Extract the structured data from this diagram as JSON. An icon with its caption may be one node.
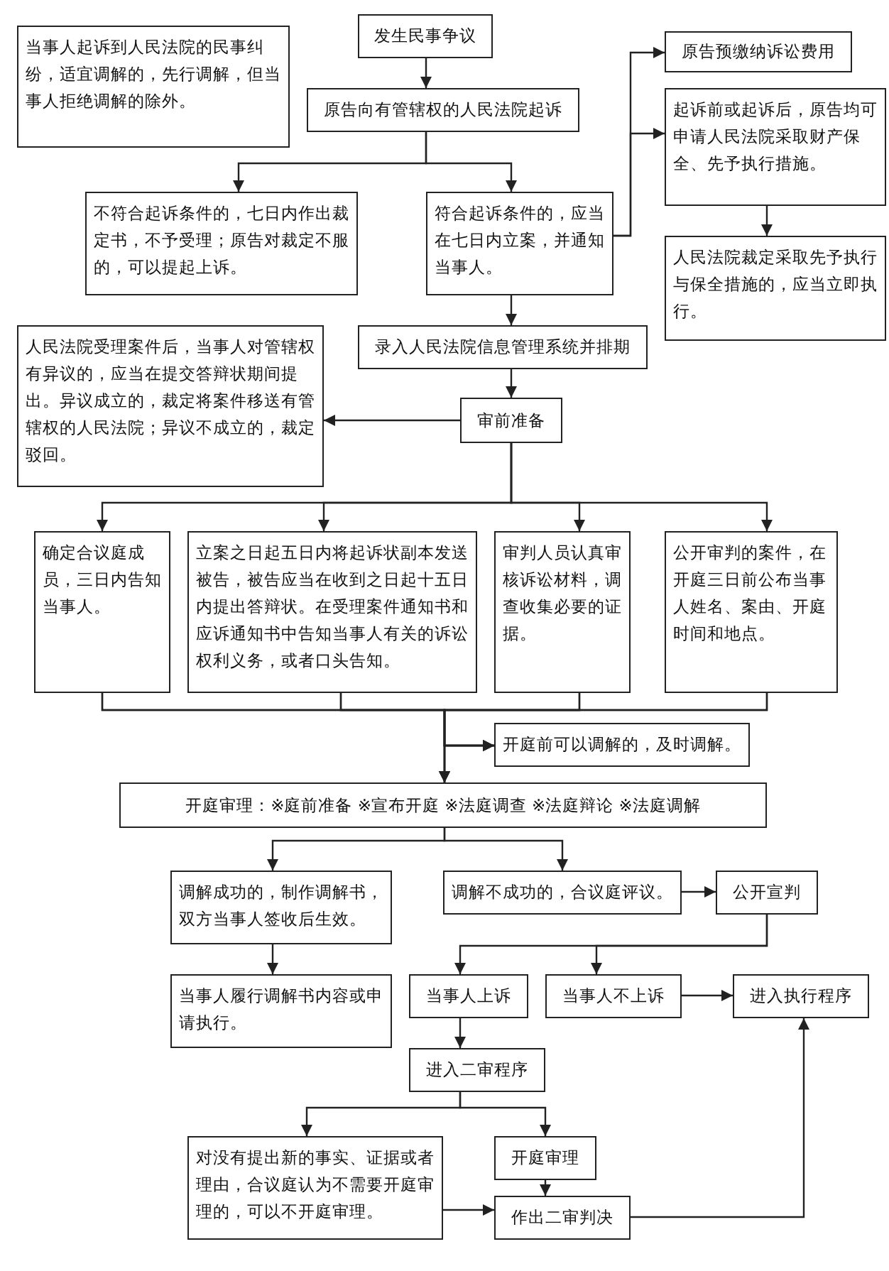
{
  "diagram": {
    "nodes": [
      {
        "text": [
          "当事人起诉到人民法院的民事纠纷，适宜调解的，先行调解，但当事人拒绝调解的除外。"
        ]
      },
      {
        "text": [
          "发生民事争议"
        ]
      },
      {
        "text": [
          "原告向有管辖权的人民法院起诉"
        ]
      },
      {
        "text": [
          "不符合起诉条件的，七日内作出裁定书，不予受理；原告对裁定不服的，可以提起上诉。"
        ]
      },
      {
        "text": [
          "符合起诉条件的，应当在七日内立案，并通知当事人。"
        ]
      },
      {
        "text": [
          "原告预缴纳诉讼费用"
        ]
      },
      {
        "text": [
          "起诉前或起诉后，原告均可申请人民法院采取财产保全、先予执行措施。"
        ]
      },
      {
        "text": [
          "人民法院裁定采取先予执行与保全措施的，应当立即执行。"
        ]
      },
      {
        "text": [
          "人民法院受理案件后，当事人对管辖权有异议的，应当在提交答辩状期间提出。异议成立的，裁定将案件移送有管辖权的人民法院；异议不成立的，裁定驳回。"
        ]
      },
      {
        "text": [
          "录入人民法院信息管理系统并排期"
        ]
      },
      {
        "text": [
          "审前准备"
        ]
      },
      {
        "text": [
          "确定合议庭成员，三日内告知当事人。"
        ]
      },
      {
        "text": [
          "立案之日起五日内将起诉状副本发送被告，被告应当在收到之日起十五日内提出答辩状。在受理案件通知书和应诉通知书中告知当事人有关的诉讼权利义务，或者口头告知。"
        ]
      },
      {
        "text": [
          "审判人员认真审核诉讼材料，调查收集必要的证据。"
        ]
      },
      {
        "text": [
          "公开审判的案件，在开庭三日前公布当事人姓名、案由、开庭时间和地点。"
        ]
      },
      {
        "text": [
          "开庭前可以调解的，及时调解。"
        ]
      },
      {
        "text": [
          "开庭审理：※庭前准备 ※宣布开庭 ※法庭调查 ※法庭辩论 ※法庭调解"
        ]
      },
      {
        "text": [
          "调解成功的，制作调解书，双方当事人签收后生效。"
        ]
      },
      {
        "text": [
          "调解不成功的，合议庭评议。"
        ]
      },
      {
        "text": [
          "公开宣判"
        ]
      },
      {
        "text": [
          "当事人履行调解书内容或申请执行。"
        ]
      },
      {
        "text": [
          "当事人上诉"
        ]
      },
      {
        "text": [
          "当事人不上诉"
        ]
      },
      {
        "text": [
          "进入执行程序"
        ]
      },
      {
        "text": [
          "进入二审程序"
        ]
      },
      {
        "text": [
          "对没有提出新的事实、证据或者理由，合议庭认为不需要开庭审理的，可以不开庭审理。"
        ]
      },
      {
        "text": [
          "开庭审理"
        ]
      },
      {
        "text": [
          "作出二审判决"
        ]
      }
    ],
    "edges": [
      {
        "from": 1,
        "to": 2,
        "arrow": "to"
      },
      {
        "from": 2,
        "to": 3,
        "arrow": "to"
      },
      {
        "from": 2,
        "to": 4,
        "arrow": "to"
      },
      {
        "from": 4,
        "to": 5,
        "arrow": "to"
      },
      {
        "from": 4,
        "to": 6,
        "arrow": "to"
      },
      {
        "from": 6,
        "to": 7,
        "arrow": "to"
      },
      {
        "from": 4,
        "to": 9,
        "arrow": "to"
      },
      {
        "from": 9,
        "to": 10,
        "arrow": "to"
      },
      {
        "from": 10,
        "to": 8,
        "arrow": "to"
      },
      {
        "from": 10,
        "to": 11,
        "arrow": "to"
      },
      {
        "from": 10,
        "to": 12,
        "arrow": "to"
      },
      {
        "from": 10,
        "to": 13,
        "arrow": "to"
      },
      {
        "from": 10,
        "to": 14,
        "arrow": "to"
      },
      {
        "from": 11,
        "to": 16,
        "arrow": "to"
      },
      {
        "from": 12,
        "to": 16,
        "arrow": "to"
      },
      {
        "from": 13,
        "to": 16,
        "arrow": "to"
      },
      {
        "from": 14,
        "to": 16,
        "arrow": "to"
      },
      {
        "from": 11,
        "to": 15,
        "arrow": "to"
      },
      {
        "from": 12,
        "to": 15,
        "arrow": "to"
      },
      {
        "from": 13,
        "to": 15,
        "arrow": "to"
      },
      {
        "from": 14,
        "to": 15,
        "arrow": "to"
      },
      {
        "from": 16,
        "to": 17,
        "arrow": "to"
      },
      {
        "from": 16,
        "to": 18,
        "arrow": "to"
      },
      {
        "from": 17,
        "to": 20,
        "arrow": "to"
      },
      {
        "from": 18,
        "to": 19,
        "arrow": "to"
      },
      {
        "from": 19,
        "to": 21,
        "arrow": "to"
      },
      {
        "from": 19,
        "to": 22,
        "arrow": "to"
      },
      {
        "from": 22,
        "to": 23,
        "arrow": "to"
      },
      {
        "from": 21,
        "to": 24,
        "arrow": "to"
      },
      {
        "from": 24,
        "to": 25,
        "arrow": "to"
      },
      {
        "from": 24,
        "to": 26,
        "arrow": "to"
      },
      {
        "from": 26,
        "to": 27,
        "arrow": "to"
      },
      {
        "from": 25,
        "to": 27,
        "arrow": "to"
      },
      {
        "from": 27,
        "to": 23,
        "arrow": "to"
      }
    ]
  }
}
